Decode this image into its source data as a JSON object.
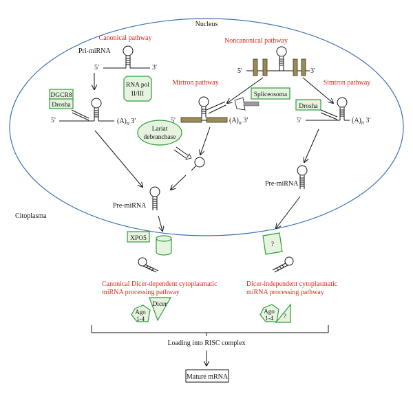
{
  "labels": {
    "nucleus": "Nucleus",
    "citoplasma": "Citoplasma",
    "canonical_pathway": "Canonical pathway",
    "noncanonical_pathway": "Noncanonical pathway",
    "mirtron_pathway": "Mirtron pathway",
    "simtron_pathway": "Simtron pathway",
    "pri_mirna": "Pri-miRNA",
    "pre_mirna_left": "Pre-miRNA",
    "pre_mirna_right": "Pre-miRNA",
    "five_prime": "5′",
    "three_prime": "3′",
    "polya": "(A)",
    "polya_sub": "n",
    "canonical_dicer_line1": "Canonical Dicer-dependent cytoplasmatic",
    "canonical_dicer_line2": "miRNA processing pathway",
    "dicer_independent_line1": "Dicer-independent cytoplasmatic",
    "dicer_independent_line2": "miRNA processing pathway",
    "loading": "Loading into RISC complex",
    "mature": "Mature mRNA"
  },
  "boxes": {
    "rna_pol_line1": "RNA pol",
    "rna_pol_line2": "II/III",
    "dgcr8": "DGCR8",
    "drosha_left": "Drosha",
    "spliceosoma": "Spliceosoma",
    "lariat_line1": "Lariat",
    "lariat_line2": "debranchase",
    "drosha_right": "Drosha",
    "xpo5": "XPO5",
    "question_export": "?",
    "dicer": "Dicer",
    "ago_left_line1": "Ago",
    "ago_left_line2": "1-4",
    "ago_right_line1": "Ago",
    "ago_right_line2": "1-4",
    "question_right": "?"
  },
  "colors": {
    "pathway_red": "#e0261c",
    "protein_green": "#2e9b3a",
    "protein_fill": "#e6f3df",
    "exon_gold": "#9a8a55"
  }
}
